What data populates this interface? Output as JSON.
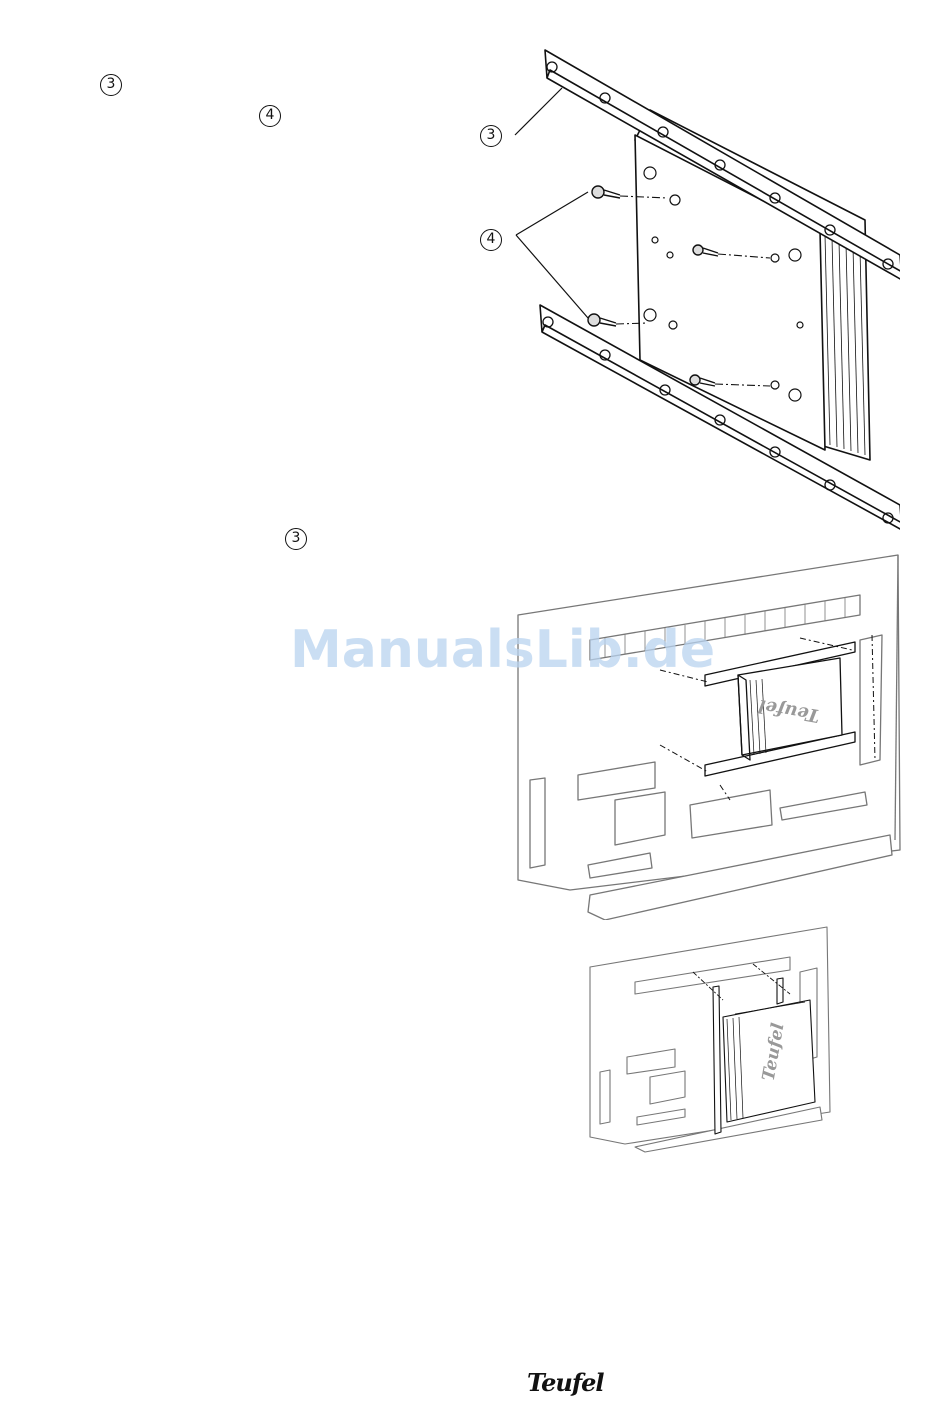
{
  "callouts": {
    "bracket": "3",
    "screws": "4"
  },
  "figure1": {
    "callout_bracket": "3",
    "callout_screws": "4"
  },
  "figure2": {
    "amp_logo": "Teufel"
  },
  "figure3": {
    "amp_logo": "Teufel"
  },
  "watermark": "ManualsLib.de",
  "footer": {
    "brand": "Teufel"
  },
  "colors": {
    "line": "#111111",
    "tv_line": "#777777",
    "watermark": "#b9d3f0"
  }
}
